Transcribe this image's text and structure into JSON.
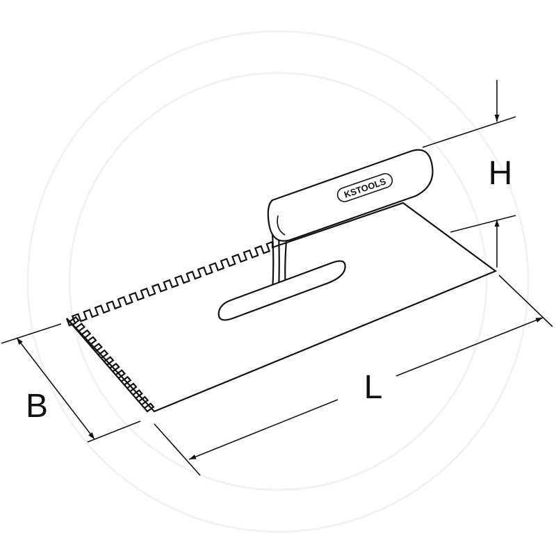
{
  "diagram": {
    "subject": "trowel-notched",
    "labels": {
      "height": "H",
      "width": "B",
      "length": "L"
    },
    "logo": {
      "ks": "KS",
      "tools": "TOOLS"
    },
    "colors": {
      "line": "#111111",
      "background": "#ffffff",
      "watermark": "#f2f2f2"
    }
  }
}
